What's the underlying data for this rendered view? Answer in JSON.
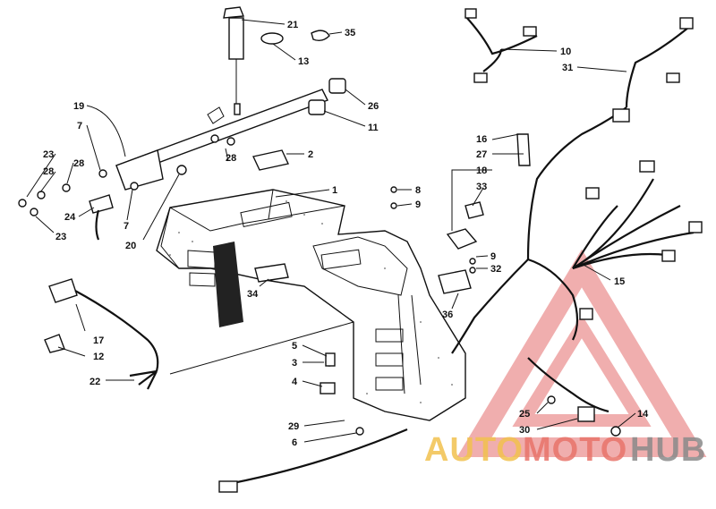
{
  "diagram": {
    "callouts": [
      {
        "id": "c21",
        "label": "21"
      },
      {
        "id": "c35",
        "label": "35"
      },
      {
        "id": "c13",
        "label": "13"
      },
      {
        "id": "c10",
        "label": "10"
      },
      {
        "id": "c31",
        "label": "31"
      },
      {
        "id": "c26",
        "label": "26"
      },
      {
        "id": "c11",
        "label": "11"
      },
      {
        "id": "c19",
        "label": "19"
      },
      {
        "id": "c7a",
        "label": "7"
      },
      {
        "id": "c23a",
        "label": "23"
      },
      {
        "id": "c28a",
        "label": "28"
      },
      {
        "id": "c28b",
        "label": "28"
      },
      {
        "id": "c28c",
        "label": "28"
      },
      {
        "id": "c24",
        "label": "24"
      },
      {
        "id": "c23b",
        "label": "23"
      },
      {
        "id": "c7b",
        "label": "7"
      },
      {
        "id": "c20",
        "label": "20"
      },
      {
        "id": "c2",
        "label": "2"
      },
      {
        "id": "c1",
        "label": "1"
      },
      {
        "id": "c16",
        "label": "16"
      },
      {
        "id": "c27",
        "label": "27"
      },
      {
        "id": "c18",
        "label": "18"
      },
      {
        "id": "c33",
        "label": "33"
      },
      {
        "id": "c8",
        "label": "8"
      },
      {
        "id": "c9a",
        "label": "9"
      },
      {
        "id": "c9b",
        "label": "9"
      },
      {
        "id": "c32",
        "label": "32"
      },
      {
        "id": "c15",
        "label": "15"
      },
      {
        "id": "c34",
        "label": "34"
      },
      {
        "id": "c36",
        "label": "36"
      },
      {
        "id": "c17",
        "label": "17"
      },
      {
        "id": "c12",
        "label": "12"
      },
      {
        "id": "c22",
        "label": "22"
      },
      {
        "id": "c5",
        "label": "5"
      },
      {
        "id": "c3",
        "label": "3"
      },
      {
        "id": "c4",
        "label": "4"
      },
      {
        "id": "c29",
        "label": "29"
      },
      {
        "id": "c6",
        "label": "6"
      },
      {
        "id": "c25",
        "label": "25"
      },
      {
        "id": "c14",
        "label": "14"
      },
      {
        "id": "c30",
        "label": "30"
      }
    ]
  },
  "watermark": {
    "text_auto": "AUTO",
    "text_moto": "MOTO",
    "text_hub": "HUB",
    "colors": {
      "auto": "#f2c14e",
      "moto": "#e8746a",
      "hub": "#8a8a8a",
      "triangle": "#e46c6c"
    }
  }
}
